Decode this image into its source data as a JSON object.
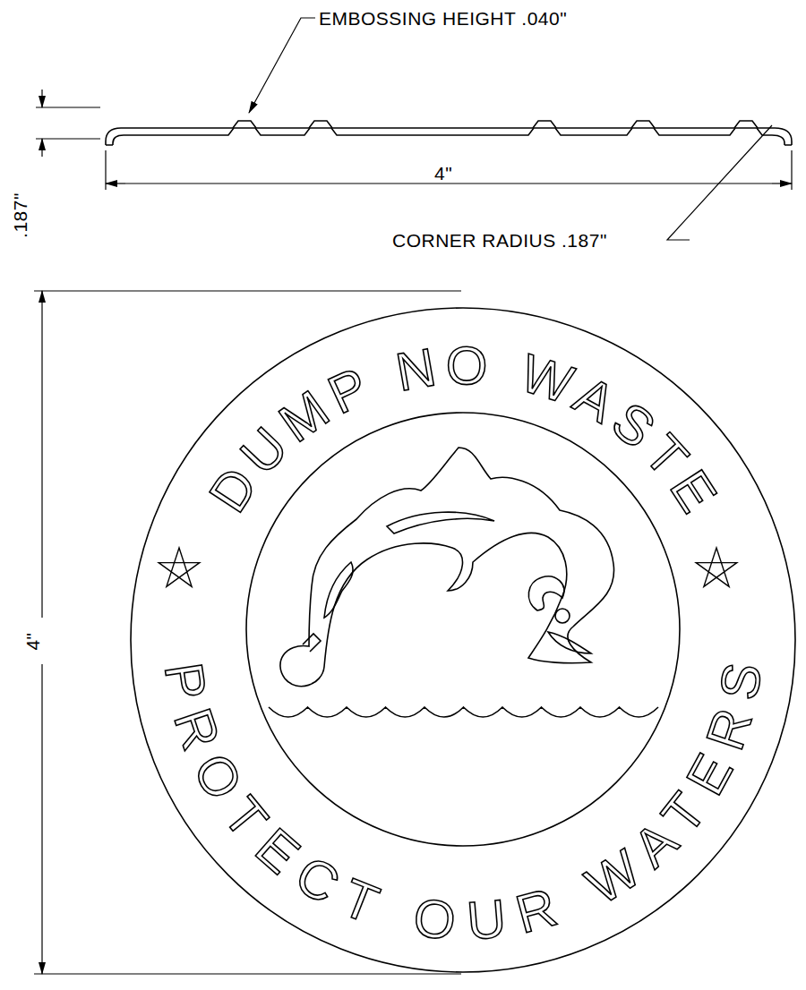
{
  "diagram": {
    "nodes": [
      {
        "text": [
          "DUMP NO WASTE",
          "PROTECT OUR WATERS"
        ]
      }
    ],
    "labels": [
      "EMBOSSING HEIGHT .040\"",
      "4\"",
      ".187\"",
      "CORNER RADIUS .187\"",
      "4\""
    ]
  }
}
